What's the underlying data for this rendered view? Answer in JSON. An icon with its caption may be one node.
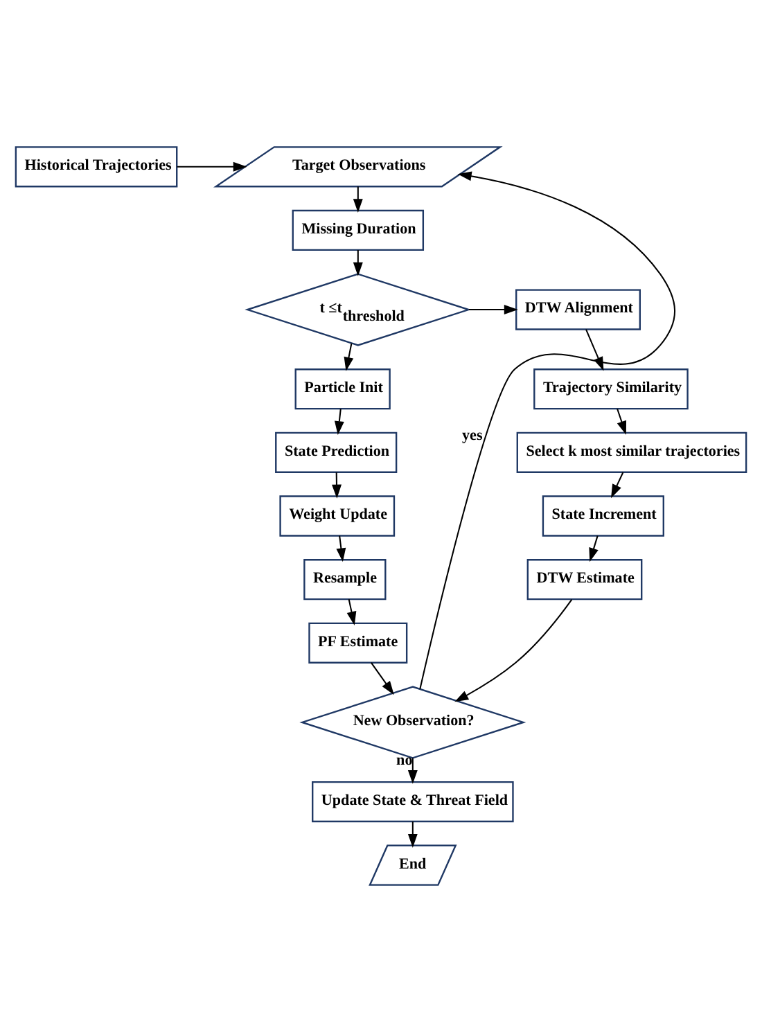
{
  "diagram": {
    "nodes": [
      {
        "text": [
          "Target Observations"
        ]
      },
      {
        "text": [
          "Historical Trajectories"
        ]
      },
      {
        "text": [
          "Missing Duration"
        ]
      },
      {
        "text": [
          "t ≤t$_{threshold}$"
        ]
      },
      {
        "text": [
          "DTW Alignment"
        ]
      },
      {
        "text": [
          "Particle Init"
        ]
      },
      {
        "text": [
          "Trajectory Similarity"
        ]
      },
      {
        "text": [
          "State Prediction"
        ]
      },
      {
        "text": [
          "Select k most similar trajectories"
        ]
      },
      {
        "text": [
          "Weight Update"
        ]
      },
      {
        "text": [
          "State Increment"
        ]
      },
      {
        "text": [
          "Resample"
        ]
      },
      {
        "text": [
          "DTW Estimate"
        ]
      },
      {
        "text": [
          "PF Estimate"
        ]
      },
      {
        "text": [
          "New Observation?"
        ]
      },
      {
        "text": [
          "Update State & Threat Field"
        ]
      },
      {
        "text": [
          "End"
        ]
      }
    ],
    "edges": [
      {
        "from": 1,
        "to": 0,
        "arrow": "to"
      },
      {
        "from": 0,
        "to": 2,
        "arrow": "to"
      },
      {
        "from": 2,
        "to": 3,
        "arrow": "to"
      },
      {
        "from": 3,
        "to": 5,
        "arrow": "to"
      },
      {
        "from": 3,
        "to": 4,
        "arrow": "to"
      },
      {
        "from": 5,
        "to": 7,
        "arrow": "to"
      },
      {
        "from": 7,
        "to": 9,
        "arrow": "to"
      },
      {
        "from": 9,
        "to": 11,
        "arrow": "to"
      },
      {
        "from": 11,
        "to": 13,
        "arrow": "to"
      },
      {
        "from": 13,
        "to": 14,
        "arrow": "to"
      },
      {
        "from": 4,
        "to": 6,
        "arrow": "to"
      },
      {
        "from": 6,
        "to": 8,
        "arrow": "to"
      },
      {
        "from": 8,
        "to": 10,
        "arrow": "to"
      },
      {
        "from": 10,
        "to": 12,
        "arrow": "to"
      },
      {
        "from": 12,
        "to": 14,
        "arrow": "to"
      },
      {
        "from": 14,
        "to": 0,
        "label": "yes",
        "arrow": "to"
      },
      {
        "from": 14,
        "to": 15,
        "label": "no",
        "arrow": "to"
      },
      {
        "from": 15,
        "to": 16,
        "arrow": "to"
      }
    ]
  }
}
